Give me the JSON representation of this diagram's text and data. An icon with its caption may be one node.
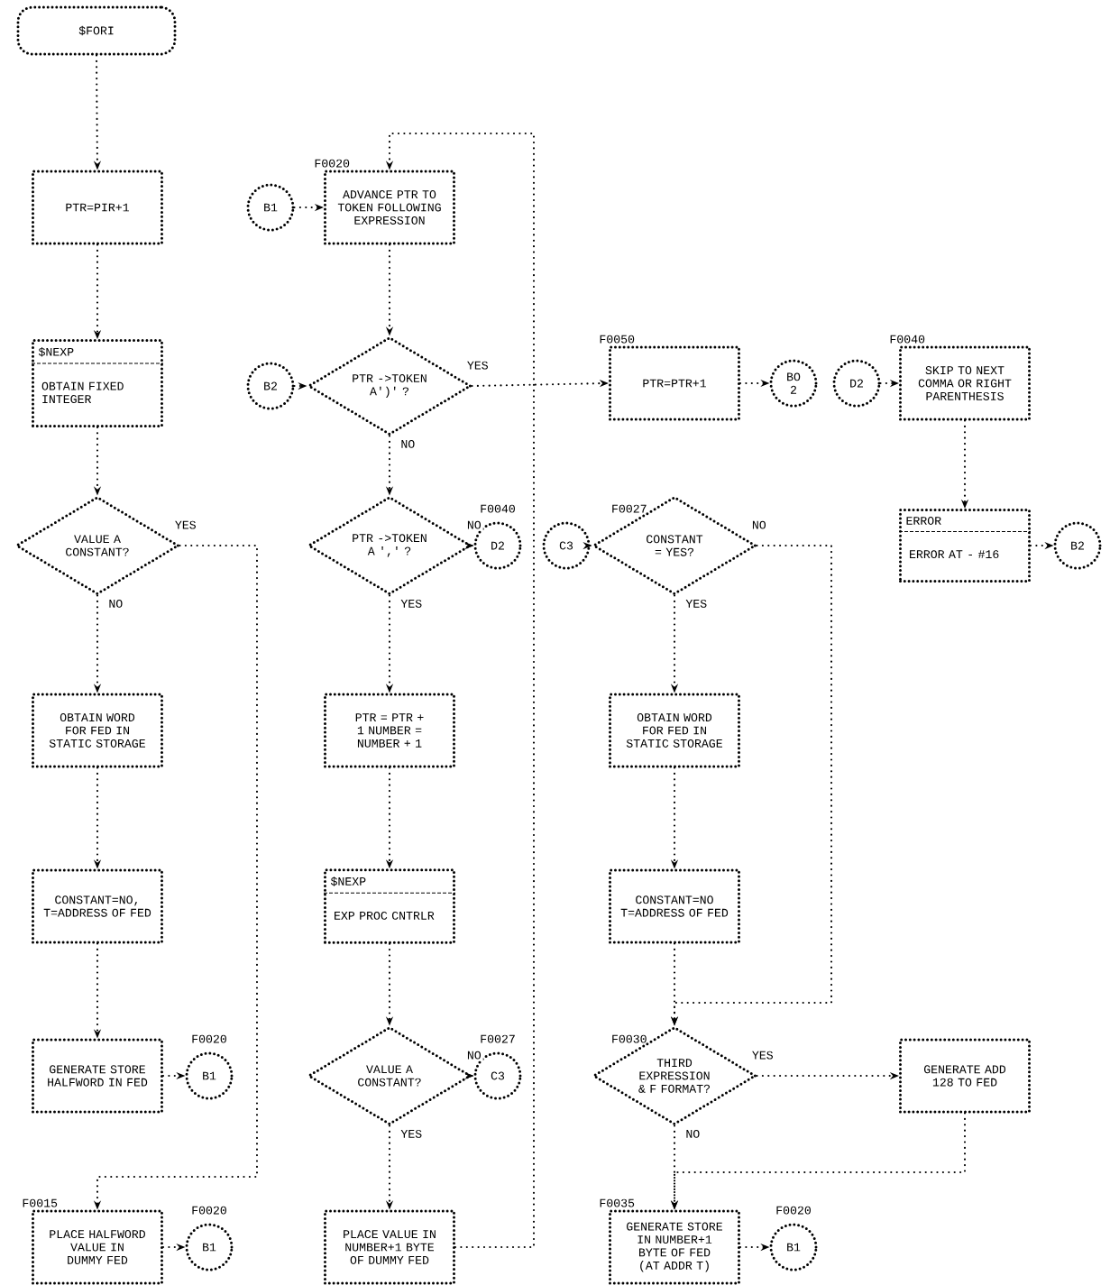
{
  "diagram": {
    "nodes": [
      {
        "text": [
          "$FORI"
        ]
      },
      {
        "text": [
          "PTR=PIR+1"
        ]
      },
      {
        "text": [
          "B1"
        ]
      },
      {
        "text": [
          "ADVANCE PTR TO TOKEN FOLLOWING EXPRESSION"
        ],
        "beside": [
          "F0020"
        ]
      },
      {
        "text": [
          "$NEXP",
          "OBTAIN FIXED INTEGER"
        ]
      },
      {
        "text": [
          "B2"
        ]
      },
      {
        "text": [
          "PTR ->TOKEN A')' ?"
        ]
      },
      {
        "text": [
          "PTR=PTR+1"
        ],
        "beside": [
          "F0050"
        ]
      },
      {
        "text": [
          "BO 2"
        ]
      },
      {
        "text": [
          "D2"
        ]
      },
      {
        "text": [
          "SKIP TO NEXT COMMA OR RIGHT PARENTHESIS"
        ],
        "beside": [
          "F0040"
        ]
      },
      {
        "text": [
          "VALUE A CONSTANT?"
        ]
      },
      {
        "text": [
          "PTR ->TOKEN A ',' ?"
        ]
      },
      {
        "text": [
          "D2"
        ],
        "beside": [
          "F0040"
        ]
      },
      {
        "text": [
          "C3"
        ]
      },
      {
        "text": [
          "CONSTANT = YES?"
        ],
        "beside": [
          "F0027"
        ]
      },
      {
        "text": [
          "ERROR",
          "ERROR AT - #16"
        ]
      },
      {
        "text": [
          "B2"
        ]
      },
      {
        "text": [
          "OBTAIN WORD FOR FED IN STATIC STORAGE"
        ]
      },
      {
        "text": [
          "PTR = PTR + 1 NUMBER = NUMBER + 1"
        ]
      },
      {
        "text": [
          "OBTAIN WORD FOR FED IN STATIC STORAGE"
        ]
      },
      {
        "text": [
          "CONSTANT=NO, T=ADDRESS OF FED"
        ]
      },
      {
        "text": [
          "$NEXP",
          "EXP PROC CNTRLR"
        ]
      },
      {
        "text": [
          "CONSTANT=NO T=ADDRESS OF FED"
        ]
      },
      {
        "text": [
          "GENERATE STORE HALFWORD IN FED"
        ]
      },
      {
        "text": [
          "B1"
        ],
        "beside": [
          "F0020"
        ]
      },
      {
        "text": [
          "VALUE A CONSTANT?"
        ]
      },
      {
        "text": [
          "C3"
        ],
        "beside": [
          "F0027"
        ]
      },
      {
        "text": [
          "THIRD EXPRESSION & F FORMAT?"
        ],
        "beside": [
          "F0030"
        ]
      },
      {
        "text": [
          "GENERATE ADD 128 TO FED"
        ]
      },
      {
        "text": [
          "PLACE HALFWORD VALUE IN DUMMY FED"
        ],
        "beside": [
          "F0015"
        ]
      },
      {
        "text": [
          "B1"
        ],
        "beside": [
          "F0020"
        ]
      },
      {
        "text": [
          "PLACE VALUE IN NUMBER+1 BYTE OF DUMMY FED"
        ]
      },
      {
        "text": [
          "GENERATE STORE IN NUMBER+1 BYTE OF FED (AT ADDR T)"
        ],
        "beside": [
          "F0035"
        ]
      },
      {
        "text": [
          "B1"
        ],
        "beside": [
          "F0020"
        ]
      }
    ],
    "edges": [
      {
        "from": 0,
        "to": 1,
        "arrow": "to"
      },
      {
        "from": 1,
        "to": 4,
        "arrow": "to"
      },
      {
        "from": 4,
        "to": 11,
        "arrow": "to"
      },
      {
        "from": 11,
        "to": 18,
        "arrow": "to",
        "label": "NO"
      },
      {
        "from": 11,
        "to": 30,
        "arrow": "to",
        "label": "YES"
      },
      {
        "from": 18,
        "to": 21,
        "arrow": "to"
      },
      {
        "from": 21,
        "to": 24,
        "arrow": "to"
      },
      {
        "from": 24,
        "to": 25,
        "arrow": "to"
      },
      {
        "from": 30,
        "to": 31,
        "arrow": "to"
      },
      {
        "from": 2,
        "to": 3,
        "arrow": "to"
      },
      {
        "from": 3,
        "to": 6,
        "arrow": "to"
      },
      {
        "from": 5,
        "to": 6,
        "arrow": "to"
      },
      {
        "from": 6,
        "to": 7,
        "arrow": "to",
        "label": "YES"
      },
      {
        "from": 6,
        "to": 12,
        "arrow": "to",
        "label": "NO"
      },
      {
        "from": 32,
        "to": 3,
        "arrow": "to"
      },
      {
        "from": 7,
        "to": 8,
        "arrow": "to"
      },
      {
        "from": 9,
        "to": 10,
        "arrow": "to"
      },
      {
        "from": 10,
        "to": 16,
        "arrow": "to"
      },
      {
        "from": 16,
        "to": 17,
        "arrow": "to"
      },
      {
        "from": 12,
        "to": 13,
        "arrow": "to",
        "label": "NO"
      },
      {
        "from": 12,
        "to": 19,
        "arrow": "to",
        "label": "YES"
      },
      {
        "from": 14,
        "to": 15,
        "arrow": "to"
      },
      {
        "from": 15,
        "to": 20,
        "arrow": "to",
        "label": "YES"
      },
      {
        "from": 15,
        "to": 28,
        "arrow": "to",
        "label": "NO"
      },
      {
        "from": 19,
        "to": 22,
        "arrow": "to"
      },
      {
        "from": 22,
        "to": 26,
        "arrow": "to"
      },
      {
        "from": 26,
        "to": 27,
        "arrow": "to",
        "label": "NO"
      },
      {
        "from": 26,
        "to": 32,
        "arrow": "to",
        "label": "YES"
      },
      {
        "from": 20,
        "to": 23,
        "arrow": "to"
      },
      {
        "from": 23,
        "to": 28,
        "arrow": "to"
      },
      {
        "from": 28,
        "to": 29,
        "arrow": "to",
        "label": "YES"
      },
      {
        "from": 28,
        "to": 33,
        "arrow": "to",
        "label": "NO"
      },
      {
        "from": 29,
        "to": 33,
        "arrow": "to"
      },
      {
        "from": 33,
        "to": 34,
        "arrow": "to"
      }
    ]
  }
}
